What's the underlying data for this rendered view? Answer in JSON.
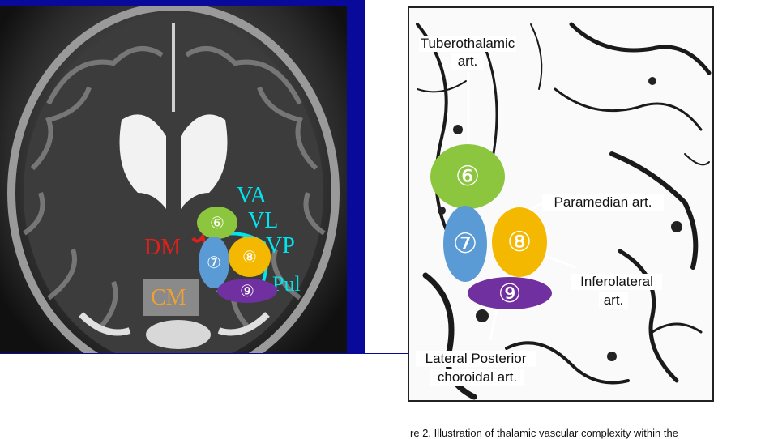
{
  "left_panel": {
    "labels": {
      "va": "VA",
      "vl": "VL",
      "vp": "VP",
      "dm": "DM",
      "pul": "Pul",
      "cm": "CM"
    },
    "markers": {
      "m6": "⑥",
      "m7": "⑦",
      "m8": "⑧",
      "m9": "⑨"
    }
  },
  "right_panel": {
    "markers": {
      "m6": "⑥",
      "m7": "⑦",
      "m8": "⑧",
      "m9": "⑨"
    },
    "labels": {
      "tuberothalamic_1": "Tuberothalamic",
      "tuberothalamic_2": "art.",
      "paramedian": "Paramedian art.",
      "inferolateral_1": "Inferolateral",
      "inferolateral_2": "art.",
      "lateral_posterior_1": "Lateral Posterior",
      "lateral_posterior_2": "choroidal art."
    }
  },
  "caption": "re 2. Illustration of thalamic vascular complexity within the",
  "colors": {
    "green": "#8cc63f",
    "blue": "#5b9bd5",
    "orange": "#f5b800",
    "purple": "#7030a0",
    "cyan": "#00e5ee",
    "red": "#e0201a",
    "cm_orange": "#f0a030",
    "frame_blue": "#0a0a9a"
  }
}
